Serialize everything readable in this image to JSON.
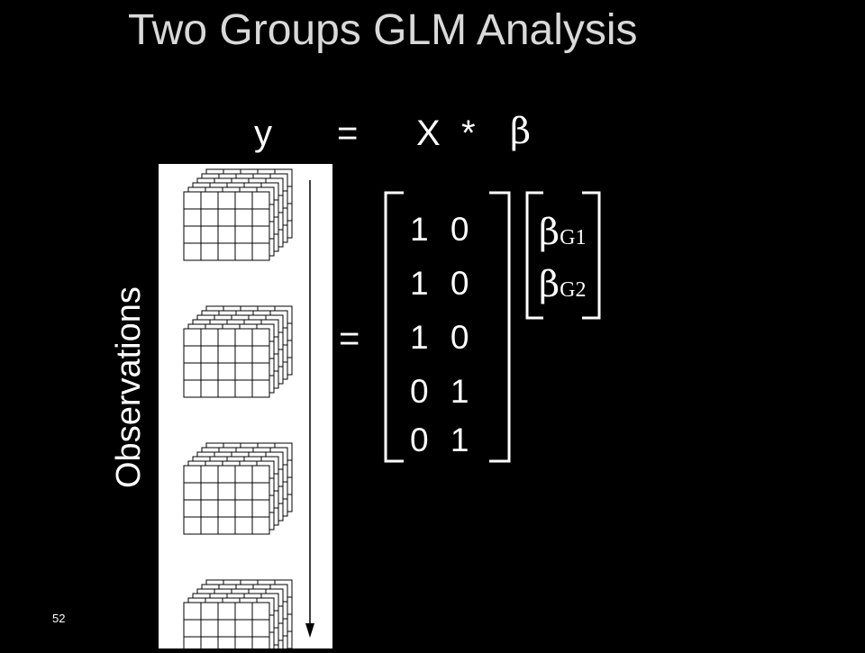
{
  "slide": {
    "title": "Two Groups GLM Analysis",
    "page_number": "52"
  },
  "equation": {
    "lhs": "y",
    "equals": "=",
    "design": "X",
    "times": "*",
    "beta": "β"
  },
  "observations_label": "Observations",
  "model_equals": "=",
  "design_matrix": {
    "rows": [
      "1 0",
      "1 0",
      "1 0",
      "0 1",
      "0 1"
    ]
  },
  "betas": [
    {
      "symbol": "β",
      "subscript": "G1"
    },
    {
      "symbol": "β",
      "subscript": "G2"
    }
  ],
  "volume_count": 4
}
